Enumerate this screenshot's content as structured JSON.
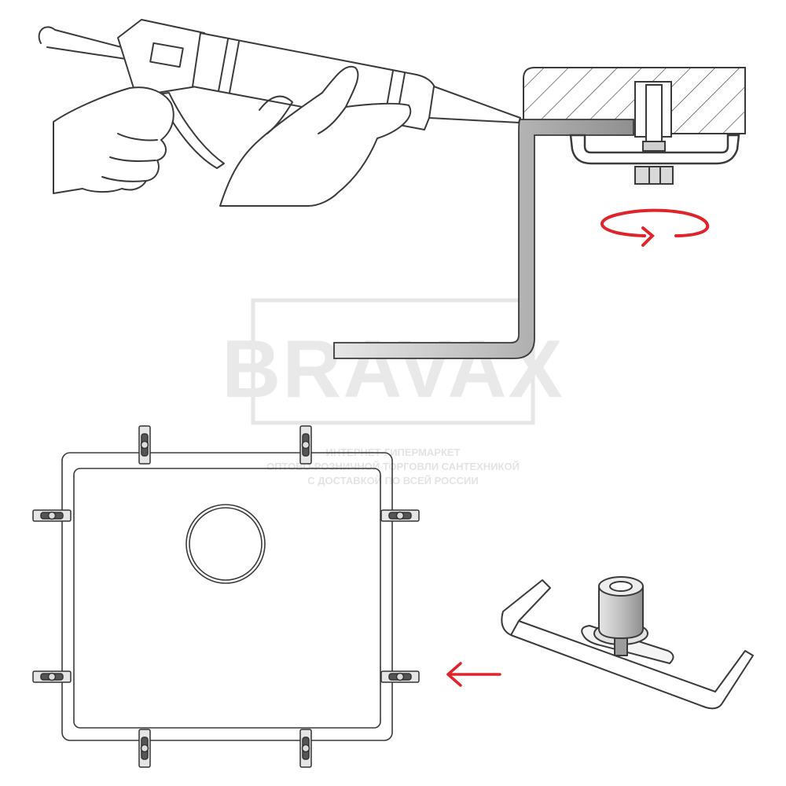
{
  "watermark": {
    "brand": "BRAVAX",
    "line1": "ИНТЕРНЕТ-ГИПЕРМАРКЕТ",
    "line2": "ОПТОВО-РОЗНИЧНОЙ ТОРГОВЛИ САНТЕХНИКОЙ",
    "line3": "С ДОСТАВКОЙ ПО ВСЕЙ РОССИИ"
  },
  "colors": {
    "line": "#3a3a3a",
    "fill_light": "#f2f2f2",
    "metal": "#c9c9c9",
    "arrow": "#e0242b",
    "watermark": "#e6e6e6"
  },
  "icons": {
    "rotation": "rotate-clockwise-arrow-icon",
    "direction": "arrow-left-icon"
  }
}
